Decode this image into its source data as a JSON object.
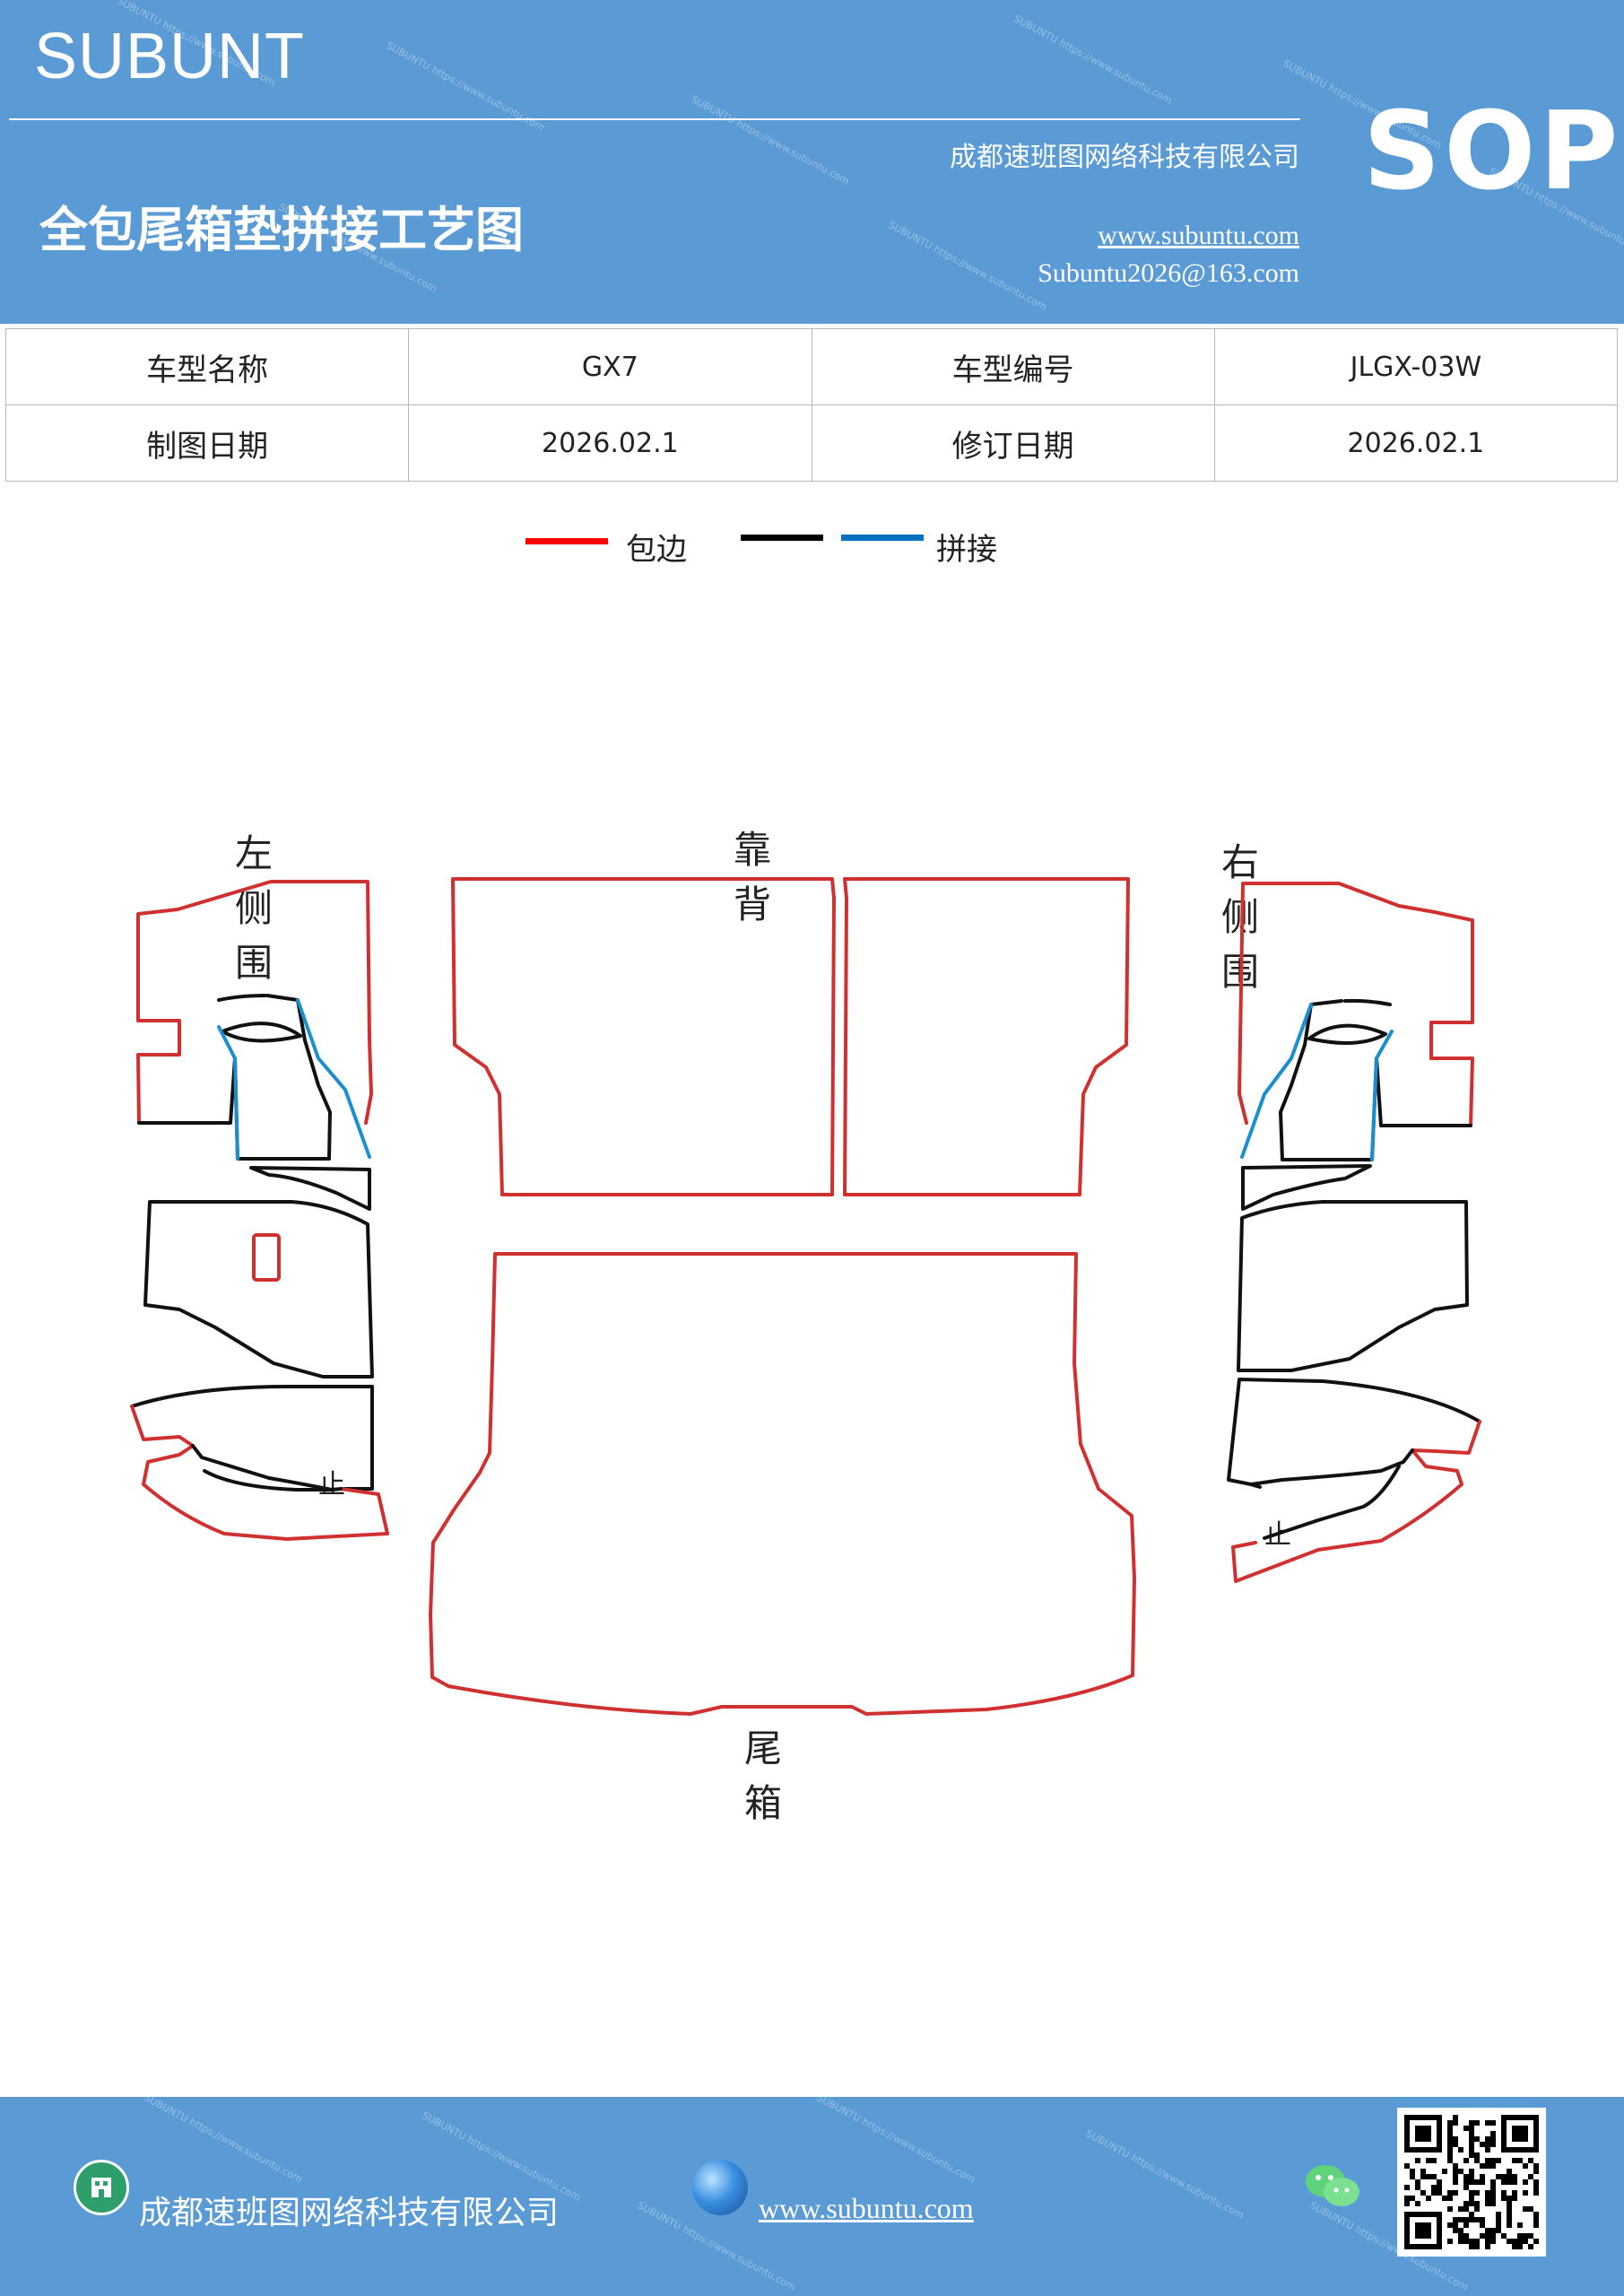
{
  "header": {
    "brand": "SUBUNT",
    "company": "成都速班图网络科技有限公司",
    "title": "全包尾箱垫拼接工艺图",
    "website": "www.subuntu.com",
    "email": "Subuntu2026@163.com",
    "badge": "SOP",
    "watermark": "SUBUNTU https://www.subuntu.com"
  },
  "info_table": {
    "rows": [
      {
        "label1": "车型名称",
        "value1": "GX7",
        "label2": "车型编号",
        "value2": "JLGX-03W"
      },
      {
        "label1": "制图日期",
        "value1": "2026.02.1",
        "label2": "修订日期",
        "value2": "2026.02.1"
      }
    ]
  },
  "legend": {
    "items": [
      {
        "color": "#ff0000",
        "label": "包边"
      },
      {
        "color": "#000000",
        "label": ""
      },
      {
        "color": "#0070c0",
        "label": "拼接"
      }
    ]
  },
  "diagram": {
    "labels": {
      "left_side": "左侧围",
      "backrest": "靠背",
      "right_side": "右侧围",
      "trunk": "尾箱",
      "mark_left": "止",
      "mark_right": "止"
    },
    "colors": {
      "edge": "#d03030",
      "seam": "#111111",
      "splice": "#1a8fd0"
    }
  },
  "footer": {
    "company": "成都速班图网络科技有限公司",
    "website": "www.subuntu.com"
  }
}
